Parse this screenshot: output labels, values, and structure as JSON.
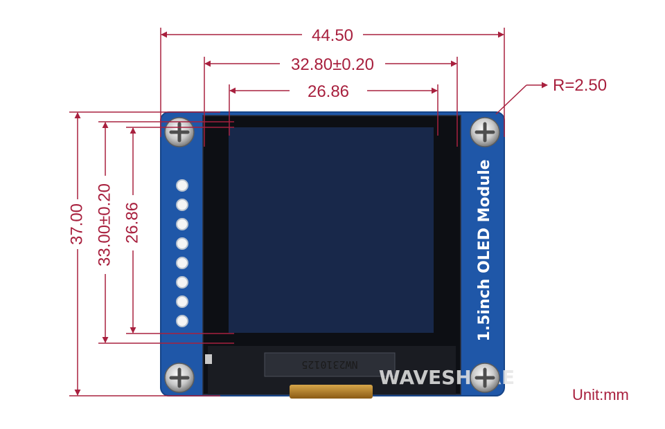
{
  "dimensions": {
    "top_outer": "44.50",
    "top_middle": "32.80±0.20",
    "top_inner": "26.86",
    "left_outer": "37.00",
    "left_middle": "33.00±0.20",
    "left_inner": "26.86",
    "corner_radius": "R=2.50"
  },
  "unit_label": "Unit:mm",
  "board": {
    "silkscreen_label": "1.5inch OLED Module",
    "chip_marking": "NW2310125",
    "watermark": "WAVESHARE"
  },
  "colors": {
    "dimension": "#a8203e",
    "board": "#1f57a8",
    "display_frame": "#0d0f14",
    "display_area": "#18284a"
  }
}
